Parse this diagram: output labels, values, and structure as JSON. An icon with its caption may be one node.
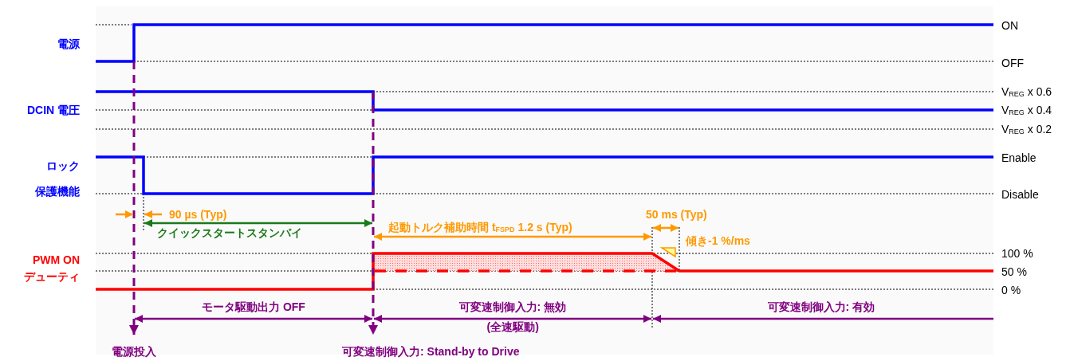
{
  "diagram": {
    "labels": [
      "電源",
      "DCIN 電圧",
      "ロック",
      "保護機能",
      "PWM ON",
      "デューティ",
      "ON",
      "OFF",
      "V$_{REG}$ x 0.6",
      "V$_{REG}$ x 0.4",
      "V$_{REG}$ x 0.2",
      "Enable",
      "Disable",
      "90 µs (Typ)",
      "50 ms (Typ)",
      "クイックスタートスタンバイ",
      "起動トルク補助時間 t$_{FSPD}$ 1.2 s (Typ)",
      "傾き-1 %/ms",
      "100 %",
      "50 %",
      "0 %",
      "モータ駆動出力 OFF",
      "可変速制御入力: 無効",
      "可変速制御入力: 有効",
      "(全速駆動)",
      "電源投入",
      "可変速制御入力: Stand-by to Drive"
    ]
  }
}
